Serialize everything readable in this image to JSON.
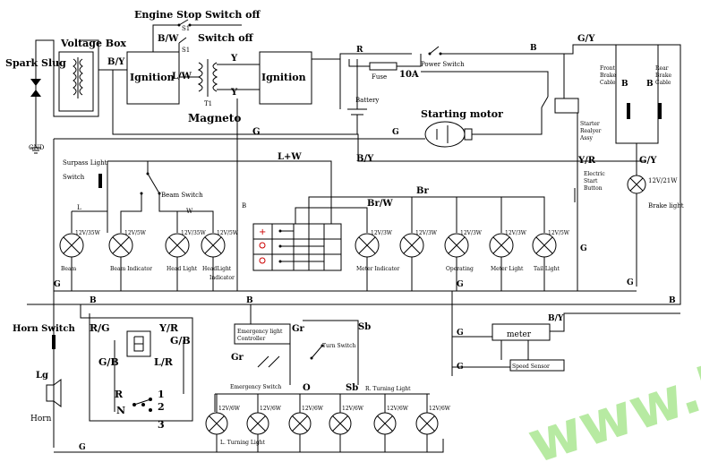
{
  "labels": {
    "engine_stop": "Engine Stop Switch off",
    "switch_off": "Switch off",
    "s1_top": "S1",
    "s1_mid": "S1",
    "t1": "T1",
    "spark_slug": "Spark Slug",
    "voltage_box": "Voltage Box",
    "by_1": "B/Y",
    "bw": "B/W",
    "lw": "L/W",
    "y_1": "Y",
    "y_2": "Y",
    "ignition_1": "Ignition",
    "ignition_2": "Ignition",
    "magneto": "Magneto",
    "r": "R",
    "fuse": "Fuse",
    "fuse_10a": "10A",
    "power_switch": "Power Switch",
    "b_top": "B",
    "gy_top": "G/Y",
    "battery": "Battery",
    "starting_motor": "Starting motor",
    "g_1": "G",
    "g_2": "G",
    "gnd": "GND",
    "front_brake_1": "Front",
    "front_brake_2": "Brake",
    "front_brake_3": "Cable",
    "rear_brake_1": "Rear",
    "rear_brake_2": "Brake",
    "rear_brake_3": "Cable",
    "b_fb": "B",
    "b_rb": "B",
    "starter_1": "Starter",
    "starter_2": "Realyer",
    "starter_3": "Assy",
    "gy_2": "G/Y",
    "yr_1": "Y/R",
    "by_2": "B/Y",
    "electric_1": "Electric",
    "electric_2": "Start",
    "electric_3": "Button",
    "brake_light_rating": "12V/21W",
    "brake_light": "Brake light",
    "surpass_1": "Surpass Light",
    "surpass_2": "Switch",
    "beam_switch": "Beam Switch",
    "l_1": "L",
    "w_1": "W",
    "lw_plus": "L+W",
    "b_mid": "B",
    "br": "Br",
    "brw": "Br/W",
    "g_3": "G",
    "g_4": "G",
    "g_5": "G",
    "g_6": "G",
    "b_bus": "B",
    "b_bus_2": "B",
    "b_right": "B",
    "by_3": "B/Y",
    "meter": "meter",
    "speed_sensor": "Speed Sensor",
    "horn_switch": "Horn Switch",
    "rg": "R/G",
    "yr_2": "Y/R",
    "gb_1": "G/B",
    "gb_2": "G/B",
    "lr": "L/R",
    "lg": "Lg",
    "horn": "Horn",
    "r_sel": "R",
    "n_sel": "N",
    "one": "1",
    "two": "2",
    "three": "3",
    "emergency_ctrl_1": "Emergency light",
    "emergency_ctrl_2": "Controller",
    "gr_1": "Gr",
    "gr_2": "Gr",
    "sb_1": "Sb",
    "sb_2": "Sb",
    "o": "O",
    "turn_switch": "Turn Switch",
    "emergency_switch": "Emergency Switch",
    "r_turning": "R. Turning Light",
    "l_turning": "L. Turning Light",
    "g_7": "G",
    "g_8": "G",
    "g_9": "G",
    "watermark": "www.Le",
    "plus": "+"
  },
  "lamps_upper": [
    {
      "rating": "12V/35W",
      "label": "Beam"
    },
    {
      "rating": "12V/5W",
      "label": "Beam Indicator"
    },
    {
      "rating": "12V/35W",
      "label": "Head Light"
    },
    {
      "rating": "12V/5W",
      "label": "HeadLight",
      "label2": "Indicator"
    },
    {
      "rating": "12V/3W",
      "label": "Meter Indicator"
    },
    {
      "rating": "12V/3W",
      "label": ""
    },
    {
      "rating": "12V/3W",
      "label": "Operating"
    },
    {
      "rating": "12V/3W",
      "label": "Meter Light"
    },
    {
      "rating": "12V/5W",
      "label": "Tail Light"
    }
  ],
  "lamps_lower": [
    {
      "rating": "12V/6W"
    },
    {
      "rating": "12V/6W"
    },
    {
      "rating": "12V/6W"
    },
    {
      "rating": "12V/6W"
    },
    {
      "rating": "12V/6W"
    },
    {
      "rating": "12V/6W"
    }
  ],
  "colors": {
    "line": "#000000",
    "watermark": "#7ed957"
  }
}
